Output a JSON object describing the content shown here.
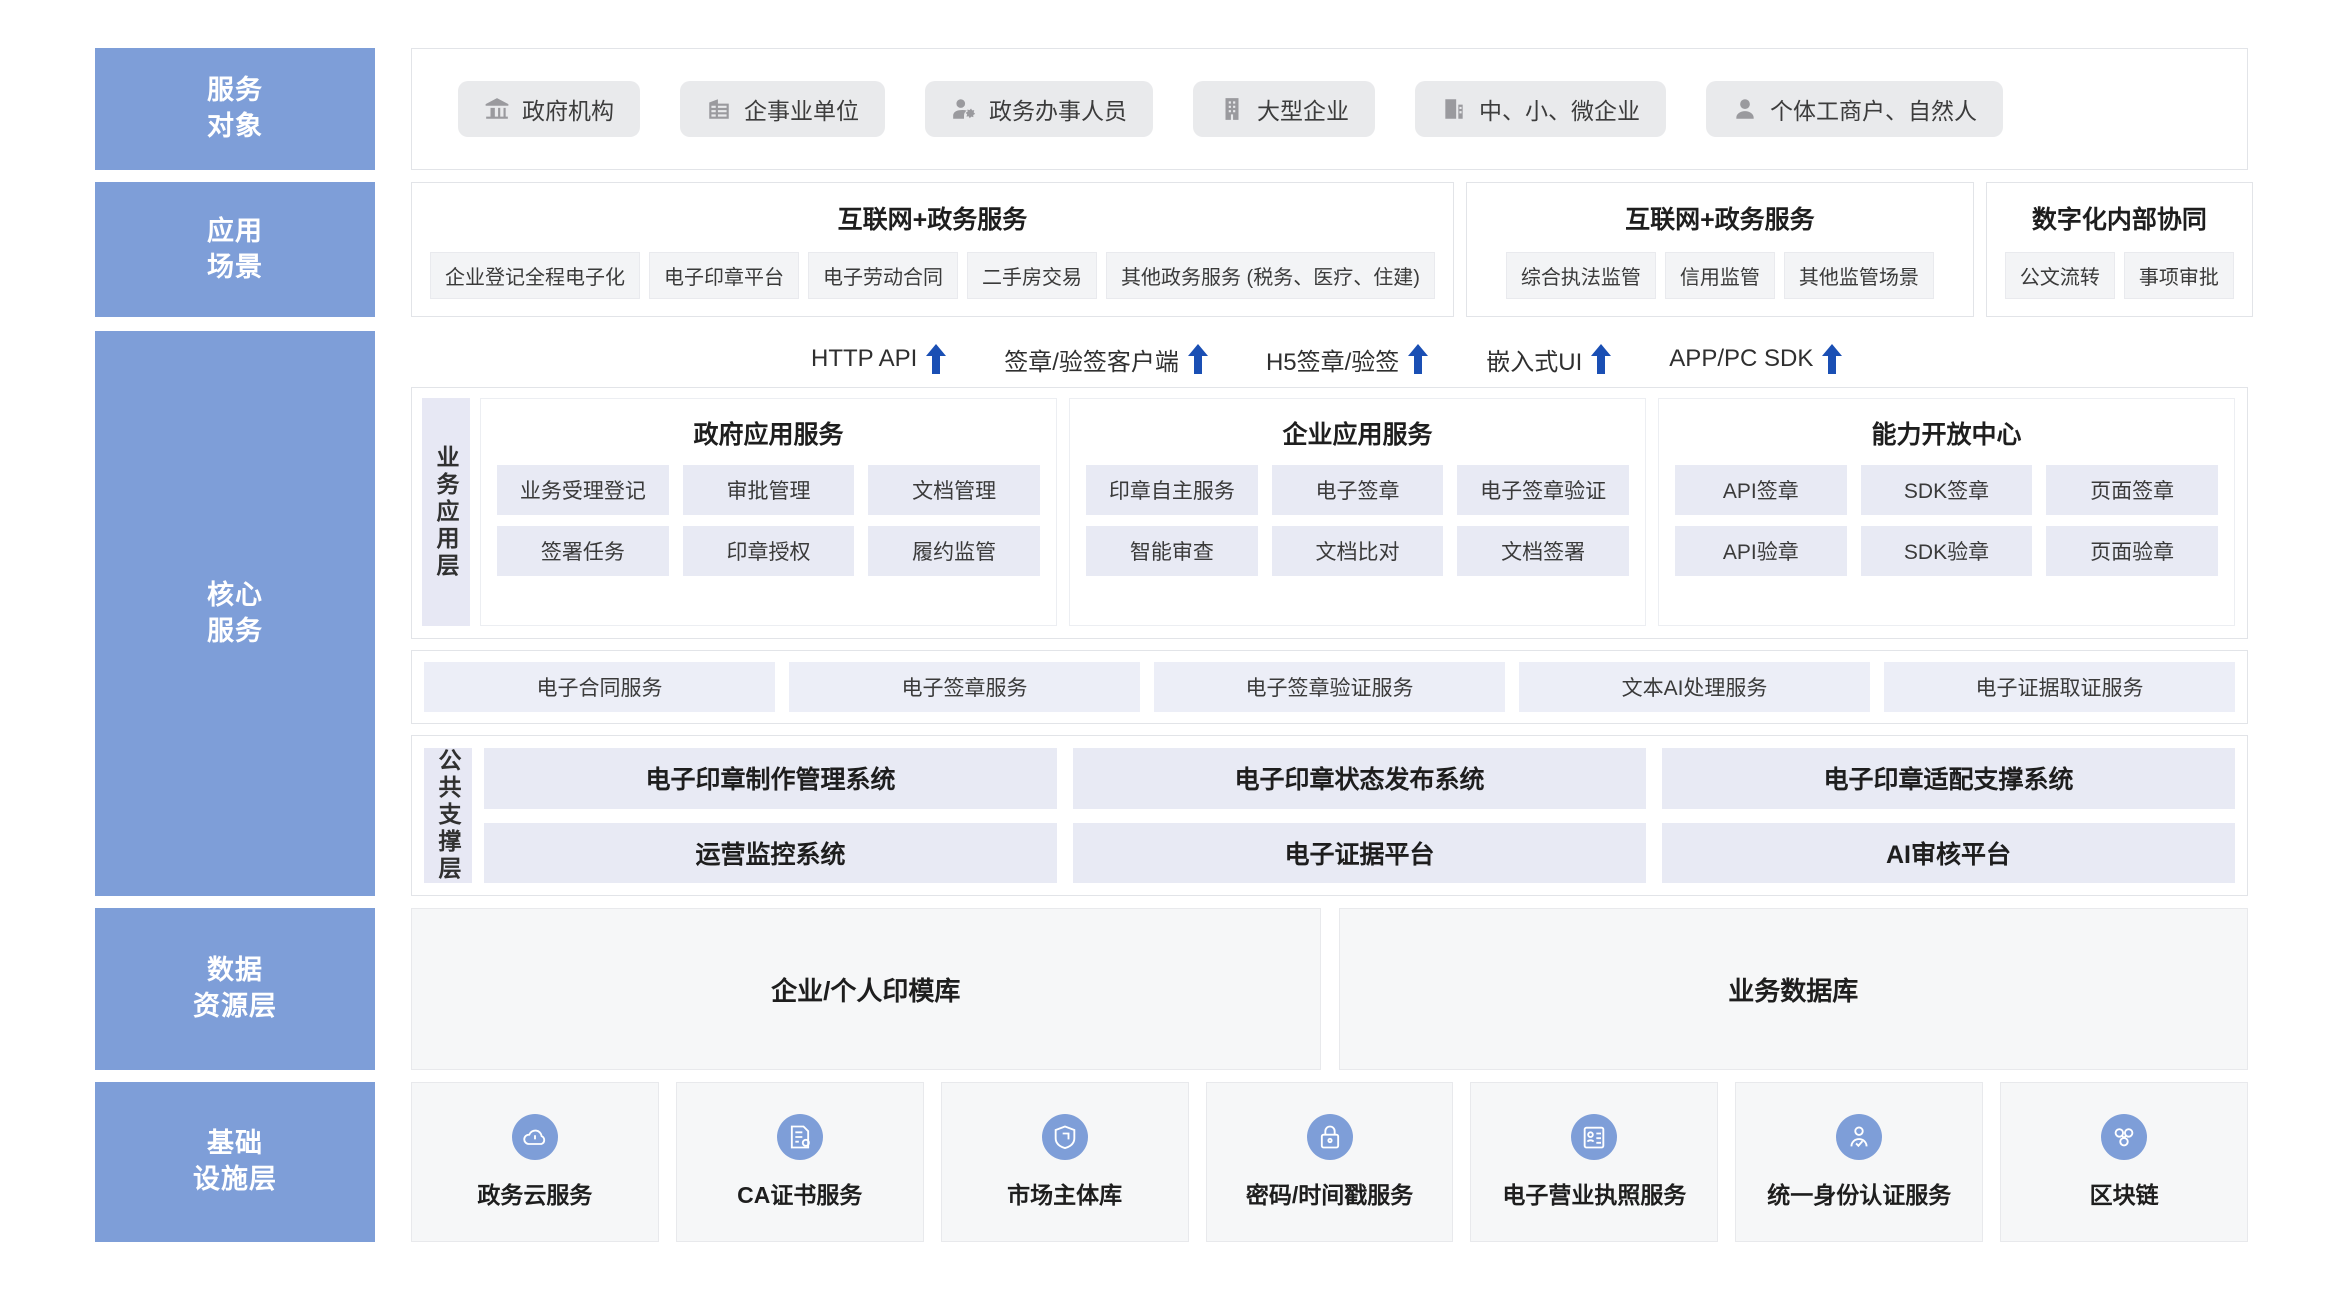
{
  "layers": {
    "service_objects": {
      "line1": "服务",
      "line2": "对象"
    },
    "app_scenarios": {
      "line1": "应用",
      "line2": "场景"
    },
    "core_services": {
      "line1": "核心",
      "line2": "服务"
    },
    "data_resource": {
      "line1": "数据",
      "line2": "资源层"
    },
    "infrastructure": {
      "line1": "基础",
      "line2": "设施层"
    }
  },
  "service_objects": {
    "items": [
      {
        "label": "政府机构",
        "icon": "bank-icon"
      },
      {
        "label": "企事业单位",
        "icon": "office-building-icon"
      },
      {
        "label": "政务办事人员",
        "icon": "person-gear-icon"
      },
      {
        "label": "大型企业",
        "icon": "tower-building-icon"
      },
      {
        "label": "中、小、微企业",
        "icon": "small-building-icon"
      },
      {
        "label": "个体工商户、自然人",
        "icon": "person-icon"
      }
    ]
  },
  "app_scenarios": {
    "boxes": [
      {
        "title": "互联网+政务服务",
        "tags": [
          "企业登记全程电子化",
          "电子印章平台",
          "电子劳动合同",
          "二手房交易",
          "其他政务服务 (税务、医疗、住建)"
        ]
      },
      {
        "title": "互联网+政务服务",
        "tags": [
          "综合执法监管",
          "信用监管",
          "其他监管场景"
        ]
      },
      {
        "title": "数字化内部协同",
        "tags": [
          "公文流转",
          "事项审批"
        ]
      }
    ]
  },
  "api_interfaces": {
    "items": [
      {
        "label": "HTTP API",
        "icon": "arrow-up-icon"
      },
      {
        "label": "签章/验签客户端",
        "icon": "arrow-up-icon"
      },
      {
        "label": "H5签章/验签",
        "icon": "arrow-up-icon"
      },
      {
        "label": "嵌入式UI",
        "icon": "arrow-up-icon"
      },
      {
        "label": "APP/PC SDK",
        "icon": "arrow-up-icon"
      }
    ]
  },
  "business_application_layer": {
    "vertical_label": "业务应用层",
    "cards": [
      {
        "title": "政府应用服务",
        "cells": [
          "业务受理登记",
          "审批管理",
          "文档管理",
          "签署任务",
          "印章授权",
          "履约监管"
        ]
      },
      {
        "title": "企业应用服务",
        "cells": [
          "印章自主服务",
          "电子签章",
          "电子签章验证",
          "智能审查",
          "文档比对",
          "文档签署"
        ]
      },
      {
        "title": "能力开放中心",
        "cells": [
          "API签章",
          "SDK签章",
          "页面签章",
          "API验章",
          "SDK验章",
          "页面验章"
        ]
      }
    ],
    "services": [
      "电子合同服务",
      "电子签章服务",
      "电子签章验证服务",
      "文本AI处理服务",
      "电子证据取证服务"
    ]
  },
  "public_support_layer": {
    "vertical_label": "公共支撑层",
    "cells": [
      "电子印章制作管理系统",
      "电子印章状态发布系统",
      "电子印章适配支撑系统",
      "运营监控系统",
      "电子证据平台",
      "AI审核平台"
    ]
  },
  "data_resource_layer": {
    "boxes": [
      "企业/个人印模库",
      "业务数据库"
    ]
  },
  "infrastructure_layer": {
    "items": [
      {
        "label": "政务云服务",
        "icon": "cloud-lock-icon"
      },
      {
        "label": "CA证书服务",
        "icon": "certificate-icon"
      },
      {
        "label": "市场主体库",
        "icon": "database-tag-icon"
      },
      {
        "label": "密码/时间戳服务",
        "icon": "lock-icon"
      },
      {
        "label": "电子营业执照服务",
        "icon": "license-card-icon"
      },
      {
        "label": "统一身份认证服务",
        "icon": "id-auth-icon"
      },
      {
        "label": "区块链",
        "icon": "blockchain-icon"
      }
    ]
  },
  "colors": {
    "sidebar_blue": "#7e9ed8",
    "cell_lavender": "#e8eaf4",
    "chip_gray": "#e9eaec",
    "arrow_blue": "#1a4fb4",
    "panel_border": "#e2e4e8"
  }
}
